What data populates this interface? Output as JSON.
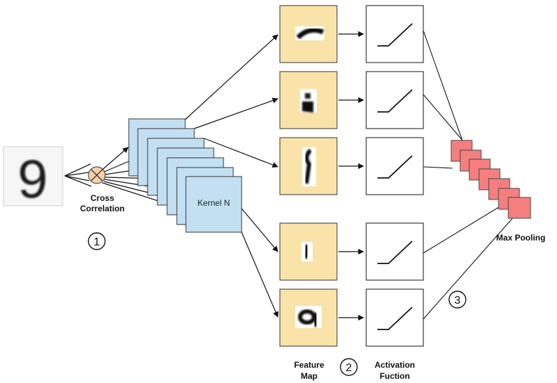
{
  "labels": {
    "cross_correlation_line1": "Cross",
    "cross_correlation_line2": "Correlation",
    "kernel": "Kernel N",
    "feature_map_line1": "Feature",
    "feature_map_line2": "Map",
    "activation_line1": "Activation",
    "activation_line2": "Fuction",
    "max_pooling": "Max Pooling"
  },
  "steps": [
    "1",
    "2",
    "3"
  ],
  "input_digit": "9",
  "colors": {
    "kernel_fill": "#c3e0f3",
    "feature_fill": "#f9e3a8",
    "pool_fill": "#f57f7f",
    "operator_fill": "#f8d0a7",
    "line": "#111111"
  }
}
